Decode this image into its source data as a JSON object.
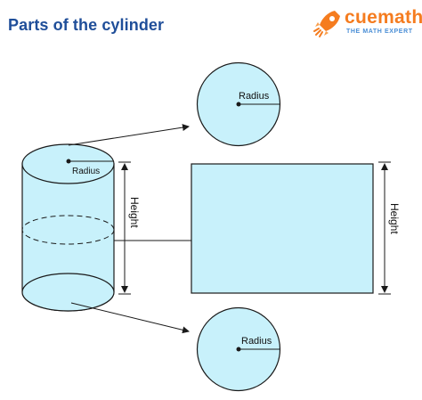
{
  "title": "Parts of the cylinder",
  "brand": {
    "name": "cuemath",
    "tagline": "THE MATH EXPERT",
    "accent_color": "#f57c1f",
    "tagline_color": "#4b8fd6",
    "icon": "rocket-icon"
  },
  "labels": {
    "cylinder_radius": "Radius",
    "cylinder_height": "Height",
    "top_circle_radius": "Radius",
    "bottom_circle_radius": "Radius",
    "rectangle_height": "Height"
  },
  "colors": {
    "fill": "#c8f1fb",
    "stroke": "#1a1a1a",
    "title": "#1f4e99"
  }
}
